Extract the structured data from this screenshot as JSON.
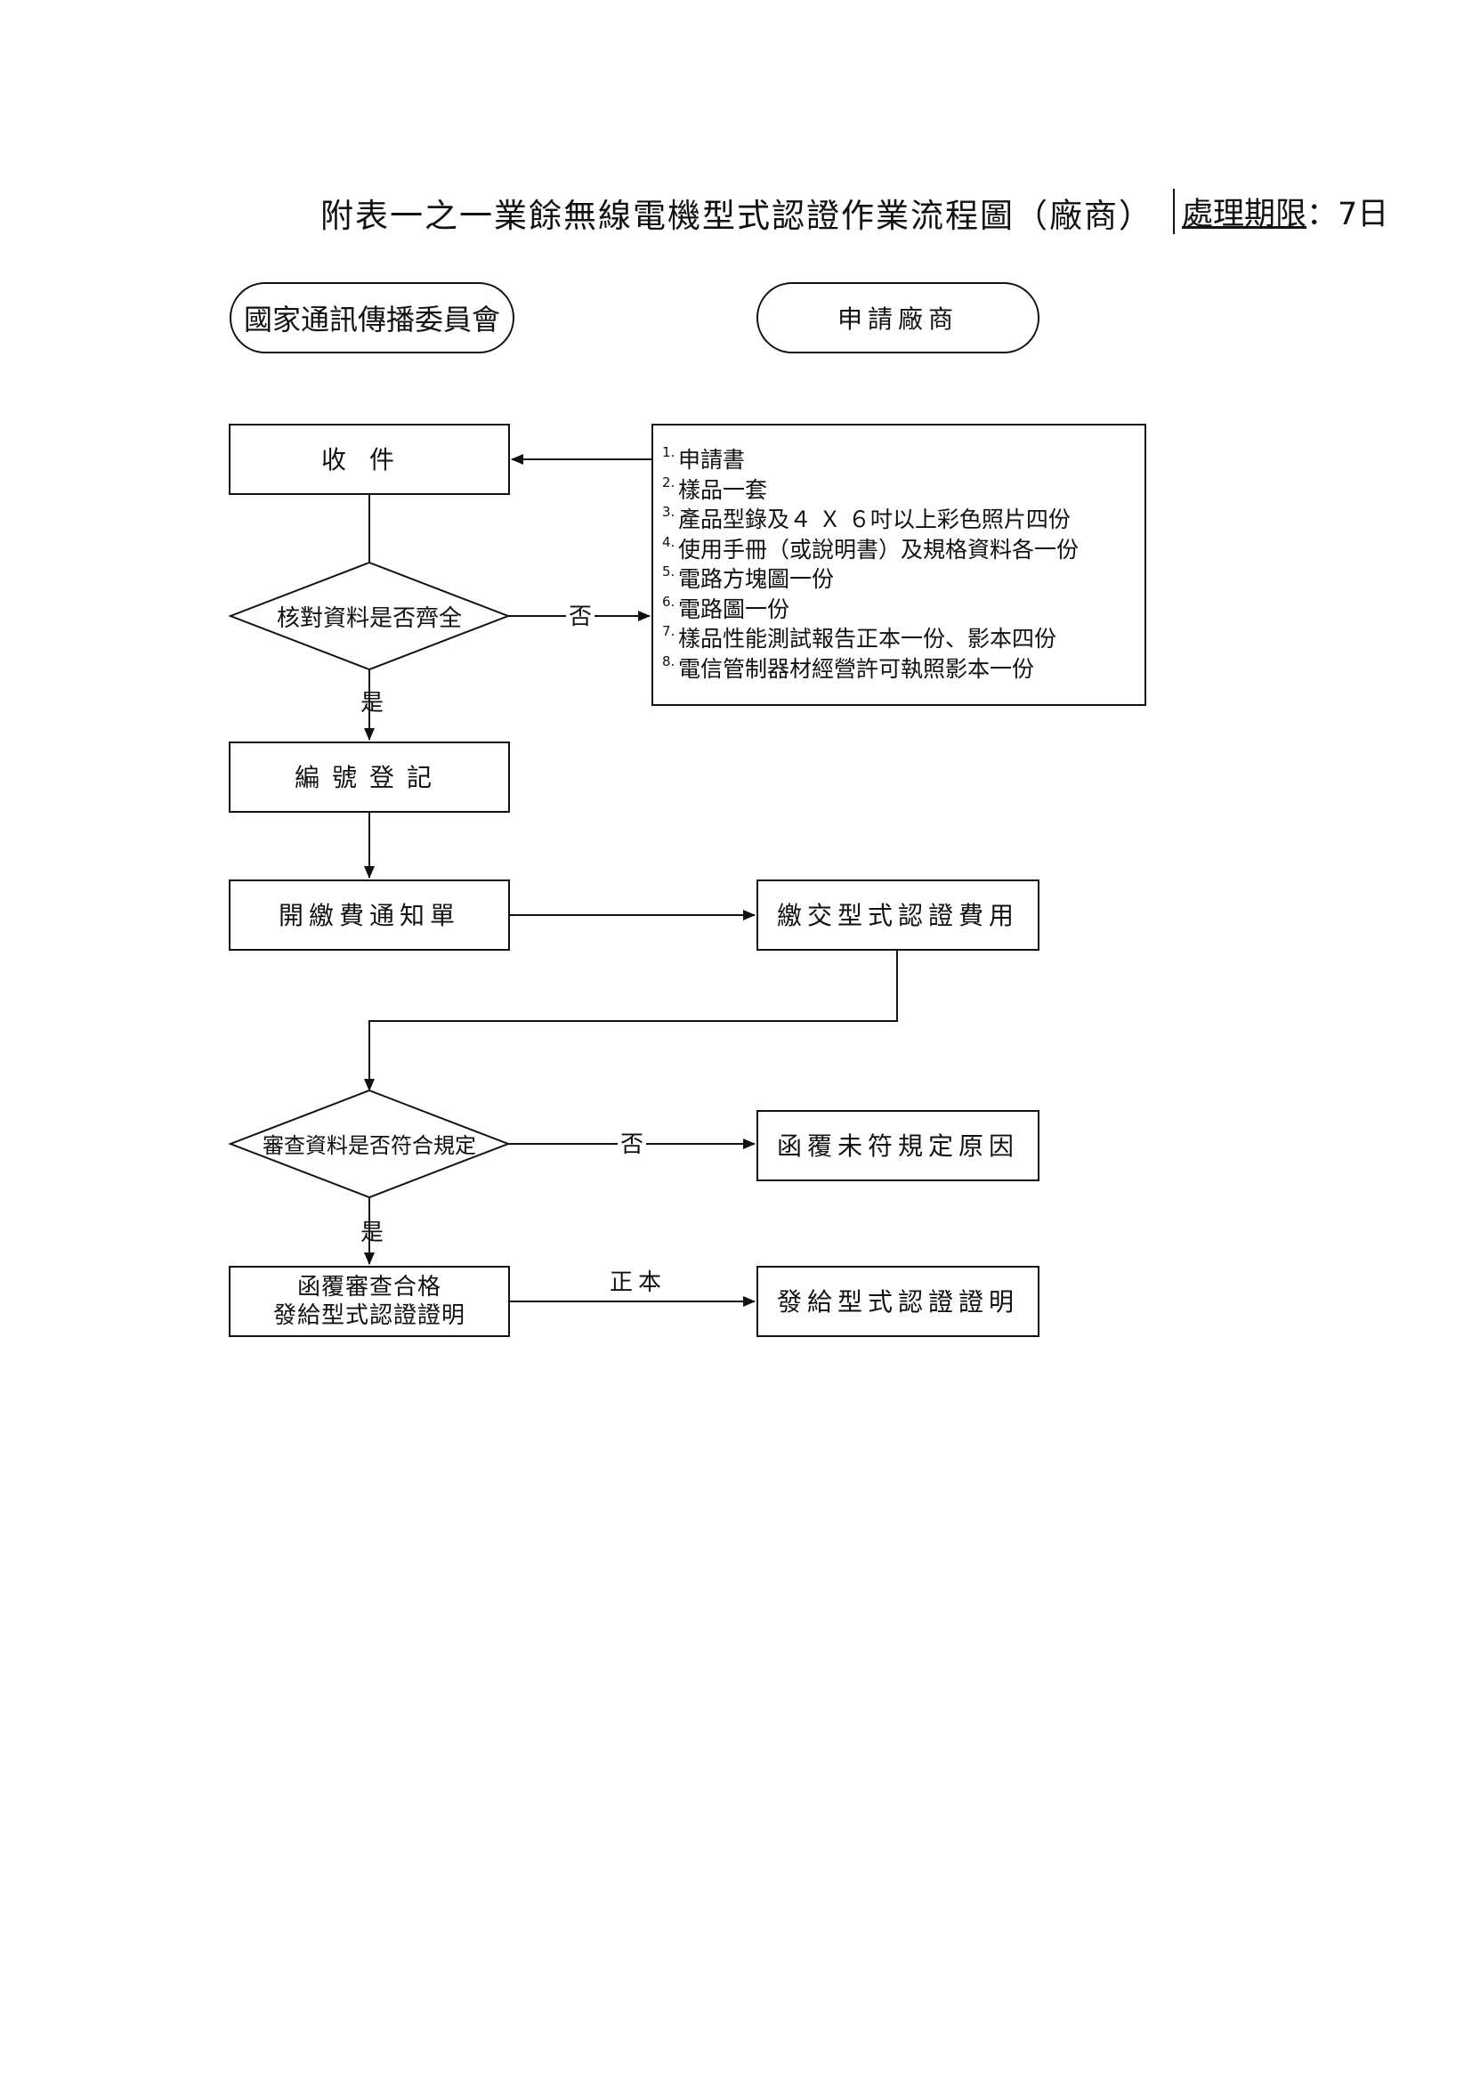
{
  "header": {
    "title": "附表一之一業餘無線電機型式認證作業流程圖（廠商）",
    "deadline_label": "處理期限",
    "deadline_value": "：7日"
  },
  "lanes": {
    "ncc": "國家通訊傳播委員會",
    "applicant": "申請廠商"
  },
  "nodes": {
    "receive": "收件",
    "check_docs": "核對資料是否齊全",
    "register": "編號登記",
    "fee_notice": "開繳費通知單",
    "pay_fee": "繳交型式認證費用",
    "review": "審查資料是否符合規定",
    "reject_reply": "函覆未符規定原因",
    "approve_line1": "函覆審查合格",
    "approve_line2": "發給型式認證證明",
    "issue": "發給型式認證證明"
  },
  "documents": [
    {
      "num": "1.",
      "text": "申請書"
    },
    {
      "num": "2.",
      "text": "樣品一套"
    },
    {
      "num": "3.",
      "text": "產品型錄及４ Ｘ ６吋以上彩色照片四份"
    },
    {
      "num": "4.",
      "text": "使用手冊（或說明書）及規格資料各一份"
    },
    {
      "num": "5.",
      "text": "電路方塊圖一份"
    },
    {
      "num": "6.",
      "text": "電路圖一份"
    },
    {
      "num": "7.",
      "text": "樣品性能測試報告正本一份、影本四份"
    },
    {
      "num": "8.",
      "text": "電信管制器材經營許可執照影本一份"
    }
  ],
  "edge_labels": {
    "no_1": "否",
    "yes_1": "是",
    "no_2": "否",
    "yes_2": "是",
    "original": "正本"
  }
}
